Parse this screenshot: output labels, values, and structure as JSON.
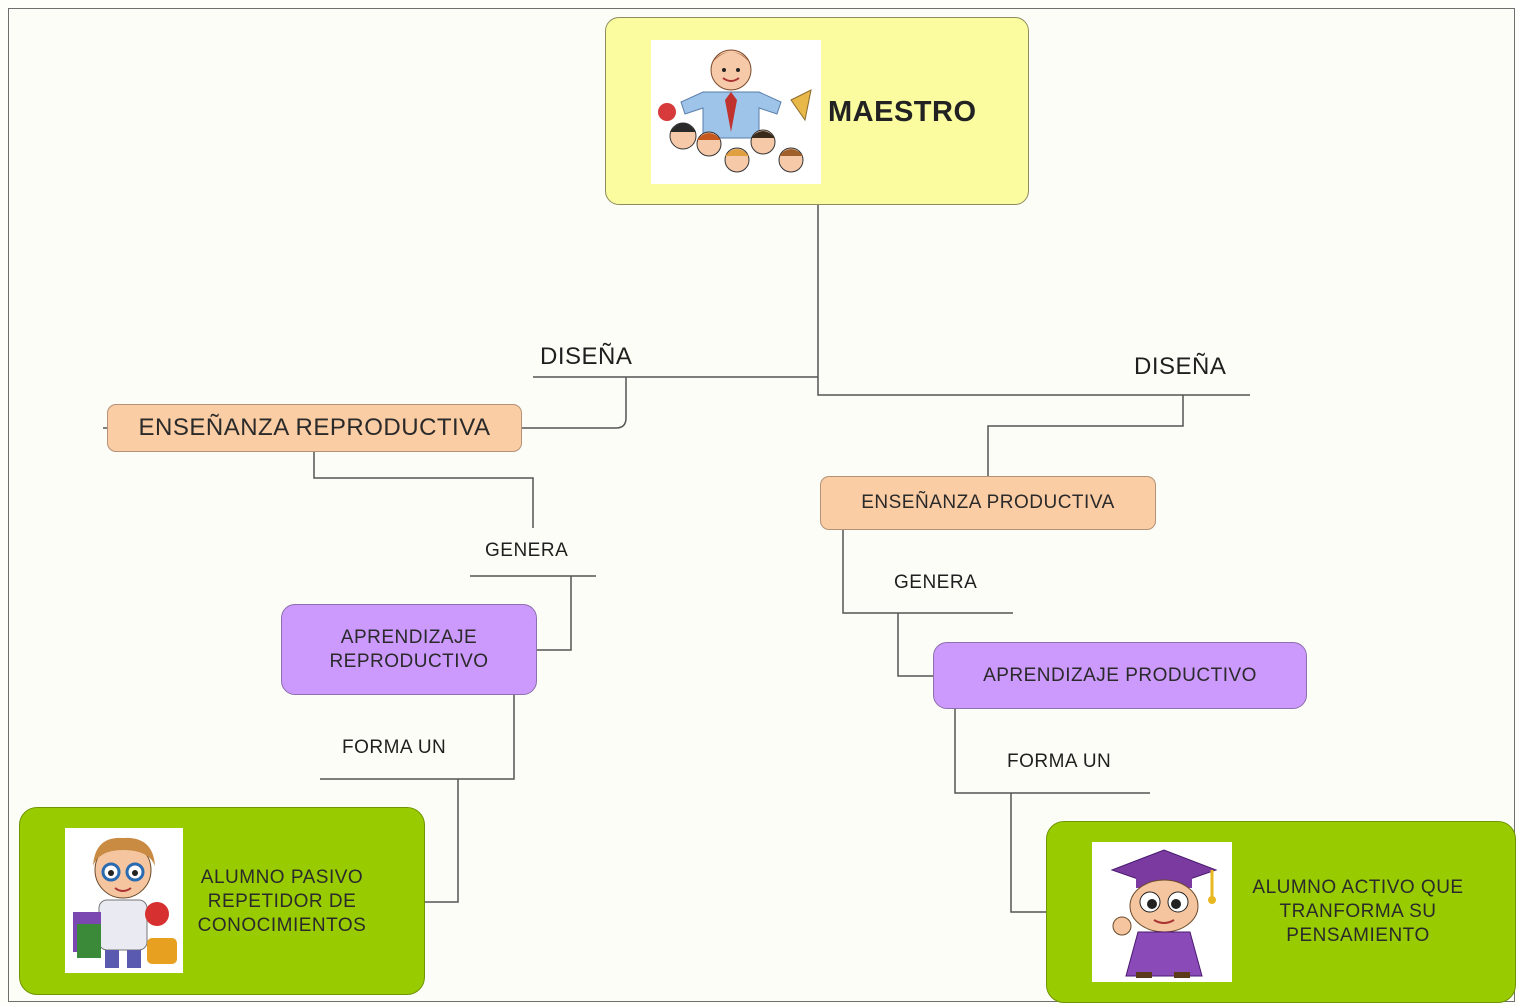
{
  "root": {
    "label": "MAESTRO",
    "illustration": "teacher-with-children-icon"
  },
  "left": {
    "link1": "DISEÑA",
    "teaching": "ENSEÑANZA REPRODUCTIVA",
    "link2": "GENERA",
    "learning": "APRENDIZAJE REPRODUCTIVO",
    "link3": "FORMA UN",
    "student_lines": [
      "ALUMNO PASIVO",
      "REPETIDOR DE",
      "CONOCIMIENTOS"
    ],
    "student_illustration": "passive-student-icon"
  },
  "right": {
    "link1": "DISEÑA",
    "teaching": "ENSEÑANZA PRODUCTIVA",
    "link2": "GENERA",
    "learning": "APRENDIZAJE PRODUCTIVO",
    "link3": "FORMA UN",
    "student_lines": [
      "ALUMNO ACTIVO QUE",
      "TRANFORMA SU",
      "PENSAMIENTO"
    ],
    "student_illustration": "graduate-student-icon"
  },
  "colors": {
    "root_fill": "#fbfba0",
    "teaching_fill": "#fbcda4",
    "learning_fill": "#cc99fc",
    "student_fill": "#99cc00",
    "connector": "#555555"
  }
}
